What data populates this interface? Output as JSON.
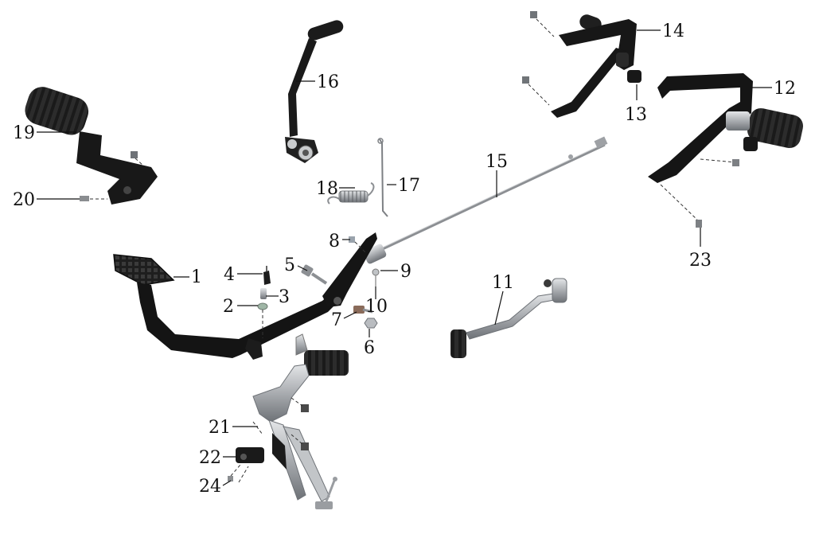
{
  "diagram": {
    "palette": {
      "part_black": "#141414",
      "part_dark": "#2a2a2a",
      "chrome": "#a9acb0",
      "chrome_dark": "#6e7277",
      "chrome_light": "#d7d9dc",
      "leader": "#111111",
      "background": "#ffffff"
    },
    "callouts": {
      "c1": "1",
      "c2": "2",
      "c3": "3",
      "c4": "4",
      "c5": "5",
      "c6": "6",
      "c7": "7",
      "c8": "8",
      "c9": "9",
      "c10": "10",
      "c11": "11",
      "c12": "12",
      "c13": "13",
      "c14": "14",
      "c15": "15",
      "c16": "16",
      "c17": "17",
      "c18": "18",
      "c19": "19",
      "c20": "20",
      "c21": "21",
      "c22": "22",
      "c23": "23",
      "c24": "24"
    }
  }
}
